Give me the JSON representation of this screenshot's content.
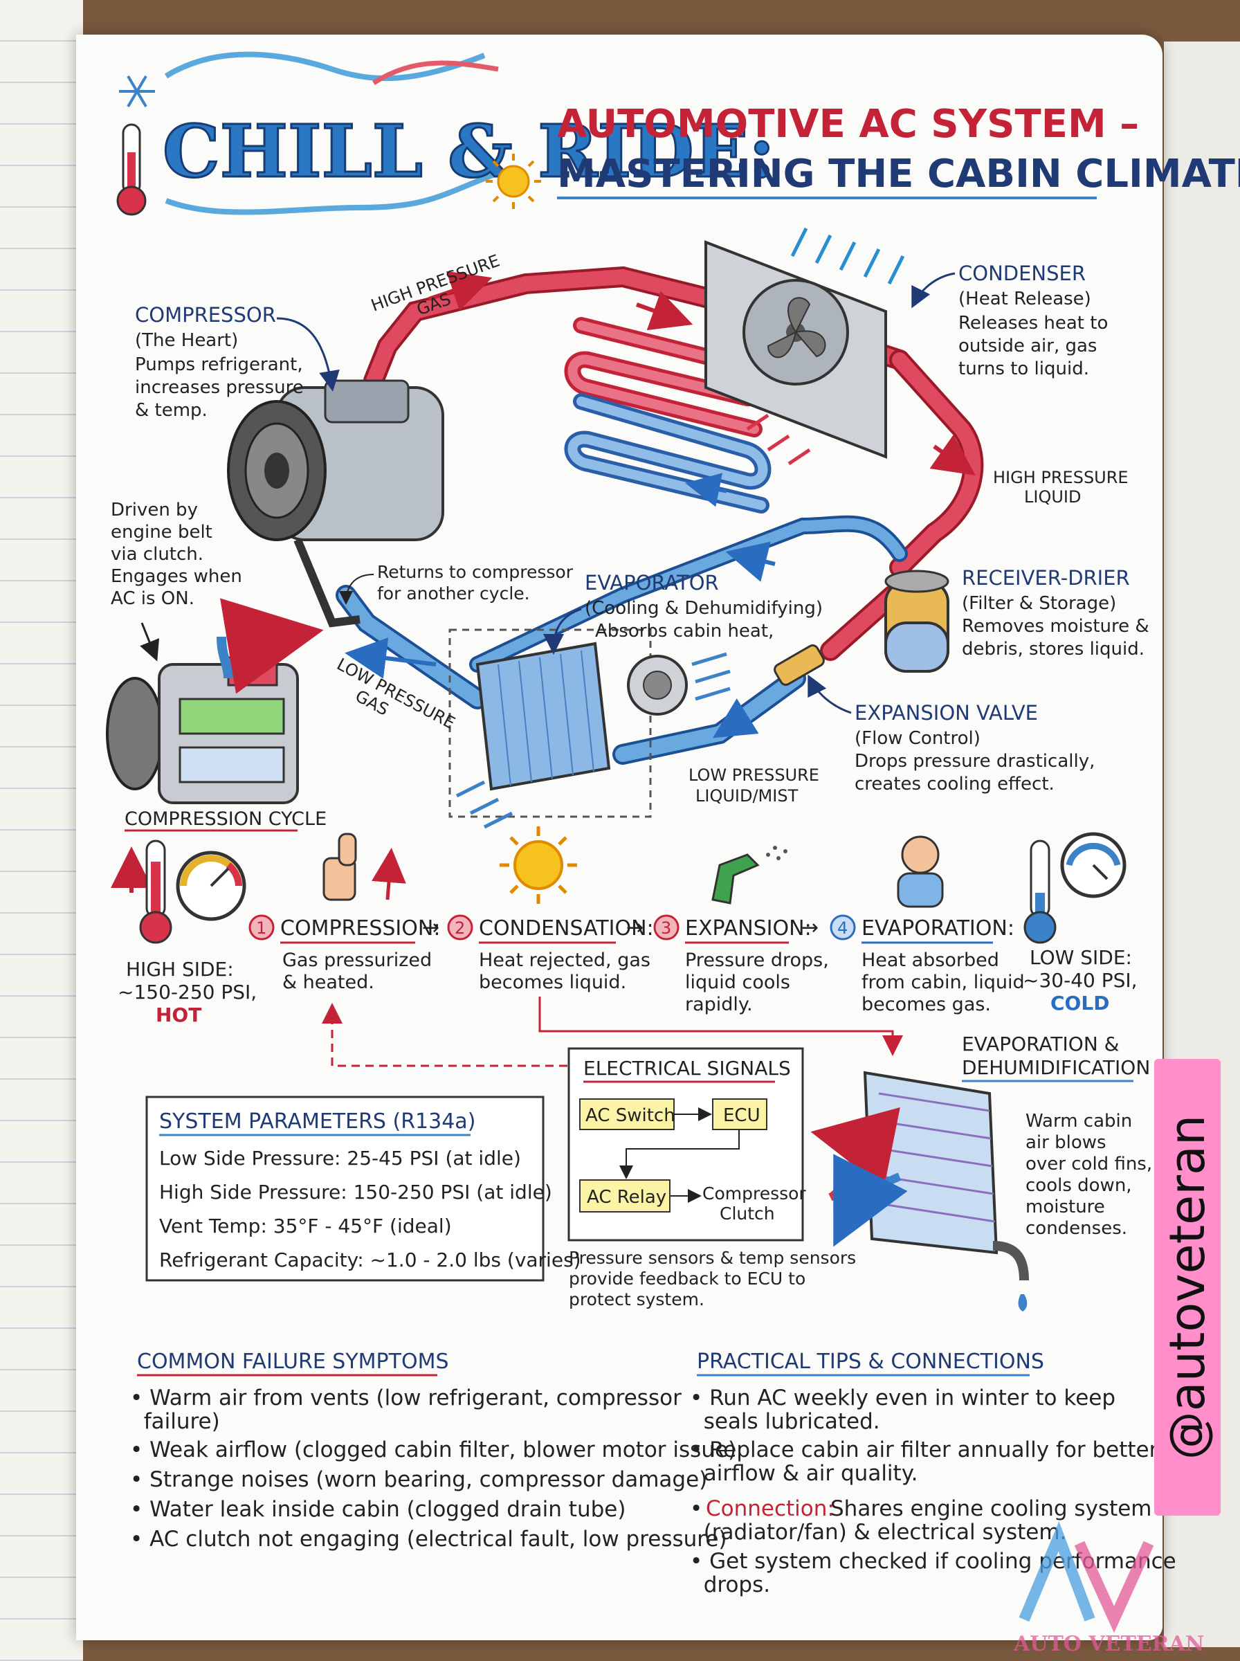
{
  "title": {
    "main": "CHILL & RIDE:",
    "line1": "AUTOMOTIVE AC SYSTEM –",
    "line2": "MASTERING THE CABIN CLIMATE"
  },
  "diagram": {
    "compressor": {
      "name": "COMPRESSOR",
      "role": "(The Heart)",
      "l1": "Pumps refrigerant,",
      "l2": "increases pressure",
      "l3": "& temp."
    },
    "condenser": {
      "name": "CONDENSER",
      "role": "(Heat Release)",
      "l1": "Releases heat to",
      "l2": "outside air, gas",
      "l3": "turns to liquid."
    },
    "receiver": {
      "name": "RECEIVER-DRIER",
      "role": "(Filter & Storage)",
      "l1": "Removes moisture &",
      "l2": "debris, stores liquid."
    },
    "expansion": {
      "name": "EXPANSION VALVE",
      "role": "(Flow Control)",
      "l1": "Drops pressure drastically,",
      "l2": "creates cooling effect."
    },
    "evaporator": {
      "name": "EVAPORATOR",
      "role": "(Cooling & Dehumidifying)",
      "l1": "Absorbs cabin heat,"
    },
    "returns": {
      "l1": "Returns to compressor",
      "l2": "for another cycle."
    },
    "driven": {
      "l1": "Driven by",
      "l2": "engine belt",
      "l3": "via clutch.",
      "l4": "Engages when",
      "l5": "AC is ON."
    },
    "flow": {
      "hp_gas_1": "HIGH PRESSURE",
      "hp_gas_2": "GAS",
      "hp_liq_1": "HIGH PRESSURE",
      "hp_liq_2": "LIQUID",
      "lp_gas_1": "LOW PRESSURE",
      "lp_gas_2": "GAS",
      "lp_liq_1": "LOW PRESSURE",
      "lp_liq_2": "LIQUID/MIST"
    },
    "compression_cycle": "COMPRESSION CYCLE"
  },
  "steps": [
    {
      "num": "1",
      "name": "COMPRESSION:",
      "l1": "Gas pressurized",
      "l2": "& heated.",
      "l3": ""
    },
    {
      "num": "2",
      "name": "CONDENSATION:",
      "l1": "Heat rejected, gas",
      "l2": "becomes liquid.",
      "l3": ""
    },
    {
      "num": "3",
      "name": "EXPANSION:",
      "l1": "Pressure drops,",
      "l2": "liquid cools",
      "l3": "rapidly."
    },
    {
      "num": "4",
      "name": "EVAPORATION:",
      "l1": "Heat absorbed",
      "l2": "from cabin, liquid",
      "l3": "becomes gas."
    }
  ],
  "high_side": {
    "l1": "HIGH SIDE:",
    "l2": "~150-250 PSI,",
    "l3": "HOT"
  },
  "low_side": {
    "l1": "LOW SIDE:",
    "l2": "~30-40 PSI,",
    "l3": "COLD"
  },
  "parameters": {
    "title": "SYSTEM PARAMETERS (R134a)",
    "rows": [
      "Low Side Pressure: 25-45 PSI (at idle)",
      "High Side Pressure: 150-250 PSI (at idle)",
      "Vent Temp: 35°F - 45°F (ideal)",
      "Refrigerant Capacity: ~1.0 - 2.0 lbs (varies)"
    ]
  },
  "electrical": {
    "title": "ELECTRICAL SIGNALS",
    "ac_switch": "AC Switch",
    "ecu": "ECU",
    "ac_relay": "AC Relay",
    "clutch_1": "Compressor",
    "clutch_2": "Clutch",
    "note_1": "Pressure sensors & temp sensors",
    "note_2": "provide feedback to ECU to",
    "note_3": "protect system."
  },
  "evap_dehum": {
    "title_1": "EVAPORATION &",
    "title_2": "DEHUMIDIFICATION",
    "l1": "Warm cabin",
    "l2": "air blows",
    "l3": "over cold fins,",
    "l4": "cools down,",
    "l5": "moisture",
    "l6": "condenses."
  },
  "failures": {
    "title": "COMMON FAILURE SYMPTOMS",
    "lines": [
      "• Warm air from vents (low refrigerant, compressor",
      "  failure)",
      "• Weak airflow (clogged cabin filter, blower motor issue)",
      "• Strange noises (worn bearing, compressor damage)",
      "• Water leak inside cabin (clogged drain tube)",
      "• AC clutch not engaging (electrical fault, low pressure)"
    ]
  },
  "tips": {
    "title": "PRACTICAL TIPS & CONNECTIONS",
    "l1": "• Run AC weekly even in winter to keep",
    "l2": "  seals lubricated.",
    "l3": "• Replace cabin air filter annually for better",
    "l4": "  airflow & air quality.",
    "conn_label": "Connection:",
    "l5": "Shares engine cooling system",
    "l6": "  (radiator/fan) & electrical system.",
    "l7": "• Get system checked if cooling performance",
    "l8": "  drops."
  },
  "handle": "@autoveteran",
  "watermark": "AUTO VETERAN",
  "colors": {
    "hot": "#d8334a",
    "cold": "#3b82c8",
    "navy": "#1f3a75",
    "tag": "#ff8ecb"
  }
}
